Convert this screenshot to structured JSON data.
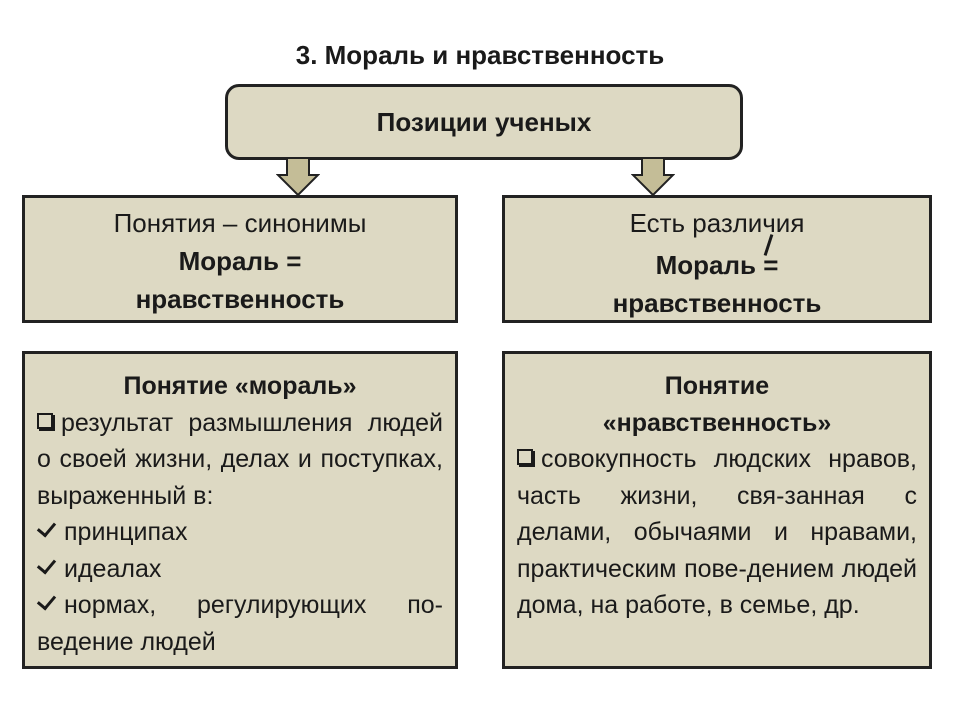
{
  "title": "3. Мораль и нравственность",
  "top_box": {
    "label": "Позиции ученых"
  },
  "left_mid": {
    "line1": "Понятия – синонимы",
    "line2": "Мораль =",
    "line3": "нравственность"
  },
  "right_mid": {
    "line1": "Есть различия",
    "line2_word": "Мораль",
    "line2_sign": "=",
    "line3": "нравственность"
  },
  "left_bottom": {
    "header": "Понятие «мораль»",
    "definition": "результат размышления людей о своей жизни, делах и поступках, выраженный в:",
    "items": [
      "принципах",
      "идеалах",
      "нормах, регулирующих по-ведение людей"
    ]
  },
  "right_bottom": {
    "header_line1": "Понятие",
    "header_line2": "«нравственность»",
    "definition": "совокупность людских нравов, часть жизни, свя-занная с делами, обычаями и нравами, практическим пове-дением людей дома, на работе, в семье, др."
  },
  "colors": {
    "box_fill": "#ddd9c3",
    "arrow_fill": "#c4bd97",
    "border": "#222222"
  }
}
